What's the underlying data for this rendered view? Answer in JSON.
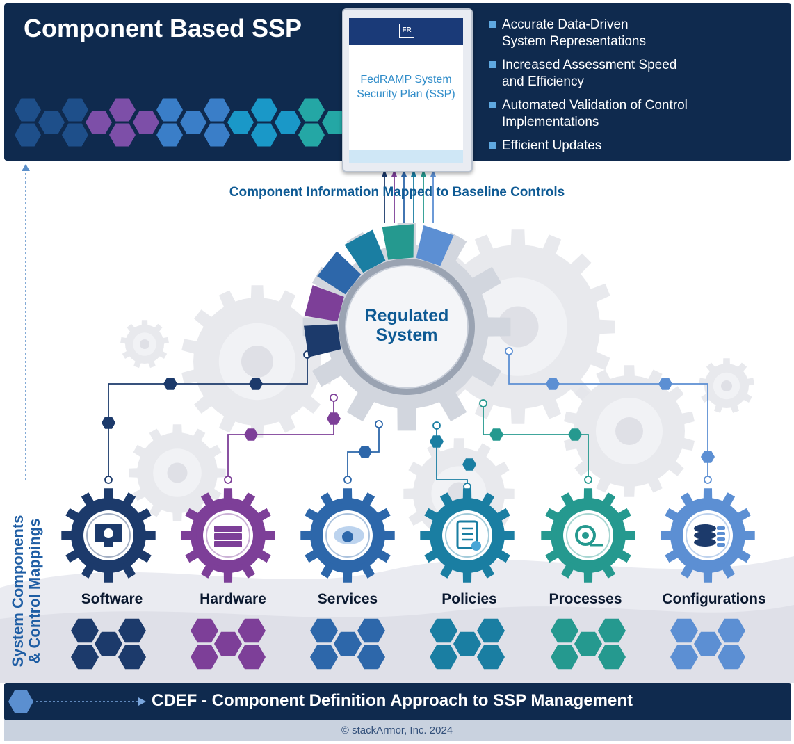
{
  "header": {
    "title": "Component Based SSP",
    "benefits": [
      [
        "Accurate Data-Driven",
        "System Representations"
      ],
      [
        "Increased Assessment Speed",
        "and Efficiency"
      ],
      [
        "Automated Validation of Control",
        "Implementations"
      ],
      [
        "Efficient Updates"
      ]
    ]
  },
  "document": {
    "logo_text": "FR",
    "title_lines": [
      "FedRAMP System",
      "Security Plan (SSP)"
    ]
  },
  "mapping_caption": "Component Information Mapped to Baseline Controls",
  "central_gear": {
    "lines": [
      "Regulated",
      "System"
    ]
  },
  "components": [
    {
      "label": "Software",
      "color": "#1c3a6b",
      "icon": "monitor-gear-icon"
    },
    {
      "label": "Hardware",
      "color": "#7d3f98",
      "icon": "server-rack-icon"
    },
    {
      "label": "Services",
      "color": "#2d67aa",
      "icon": "cloud-gear-icon"
    },
    {
      "label": "Policies",
      "color": "#1a7ea2",
      "icon": "clipboard-checklist-icon"
    },
    {
      "label": "Processes",
      "color": "#25998f",
      "icon": "process-cycle-icon"
    },
    {
      "label": "Configurations",
      "color": "#5c8fd3",
      "icon": "database-icon"
    }
  ],
  "side_label": [
    "System Components",
    "& Control Mappings"
  ],
  "footer": {
    "text": "CDEF - Component Definition Approach to SSP Management",
    "copyright": "© stackArmor, Inc. 2024"
  },
  "colors": {
    "navy": "#0f2a4e",
    "accent_blue": "#0e5a94",
    "software": "#1c3a6b",
    "hardware": "#7d3f98",
    "services": "#2d67aa",
    "policies": "#1a7ea2",
    "processes": "#25998f",
    "configurations": "#5c8fd3"
  }
}
